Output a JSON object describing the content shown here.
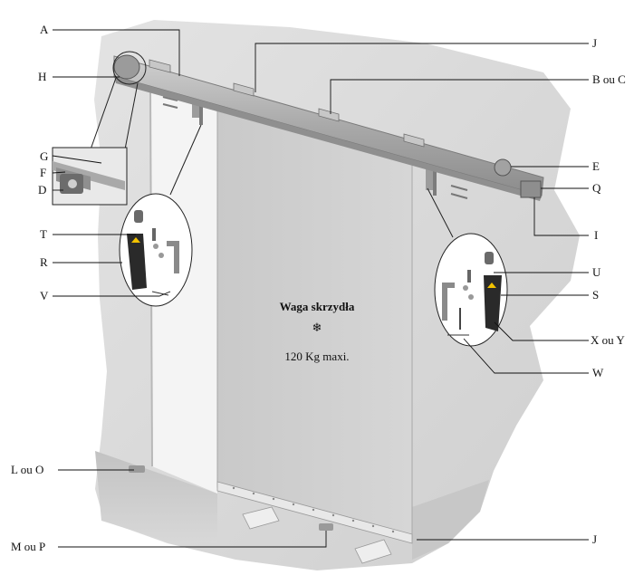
{
  "door": {
    "title": "Waga skrzydła",
    "symbol": "❄",
    "capacity": "120 Kg maxi."
  },
  "labels": {
    "A": "A",
    "H": "H",
    "G": "G",
    "F": "F",
    "D": "D",
    "T": "T",
    "R": "R",
    "V": "V",
    "L_O": "L ou O",
    "M_P": "M ou P",
    "J_top": "J",
    "B_C": "B ou C",
    "E": "E",
    "Q": "Q",
    "I": "I",
    "U": "U",
    "S": "S",
    "X_Y": "X ou Y",
    "W": "W",
    "J_bottom": "J"
  },
  "colors": {
    "wall": "#dcdcdc",
    "wall_shadow": "#c4c4c4",
    "door": "#cfcfcf",
    "rail": "#b3b3b3",
    "opening": "#f6f6f6",
    "handle": "#2a2a2a",
    "warning": "#f2c200"
  }
}
